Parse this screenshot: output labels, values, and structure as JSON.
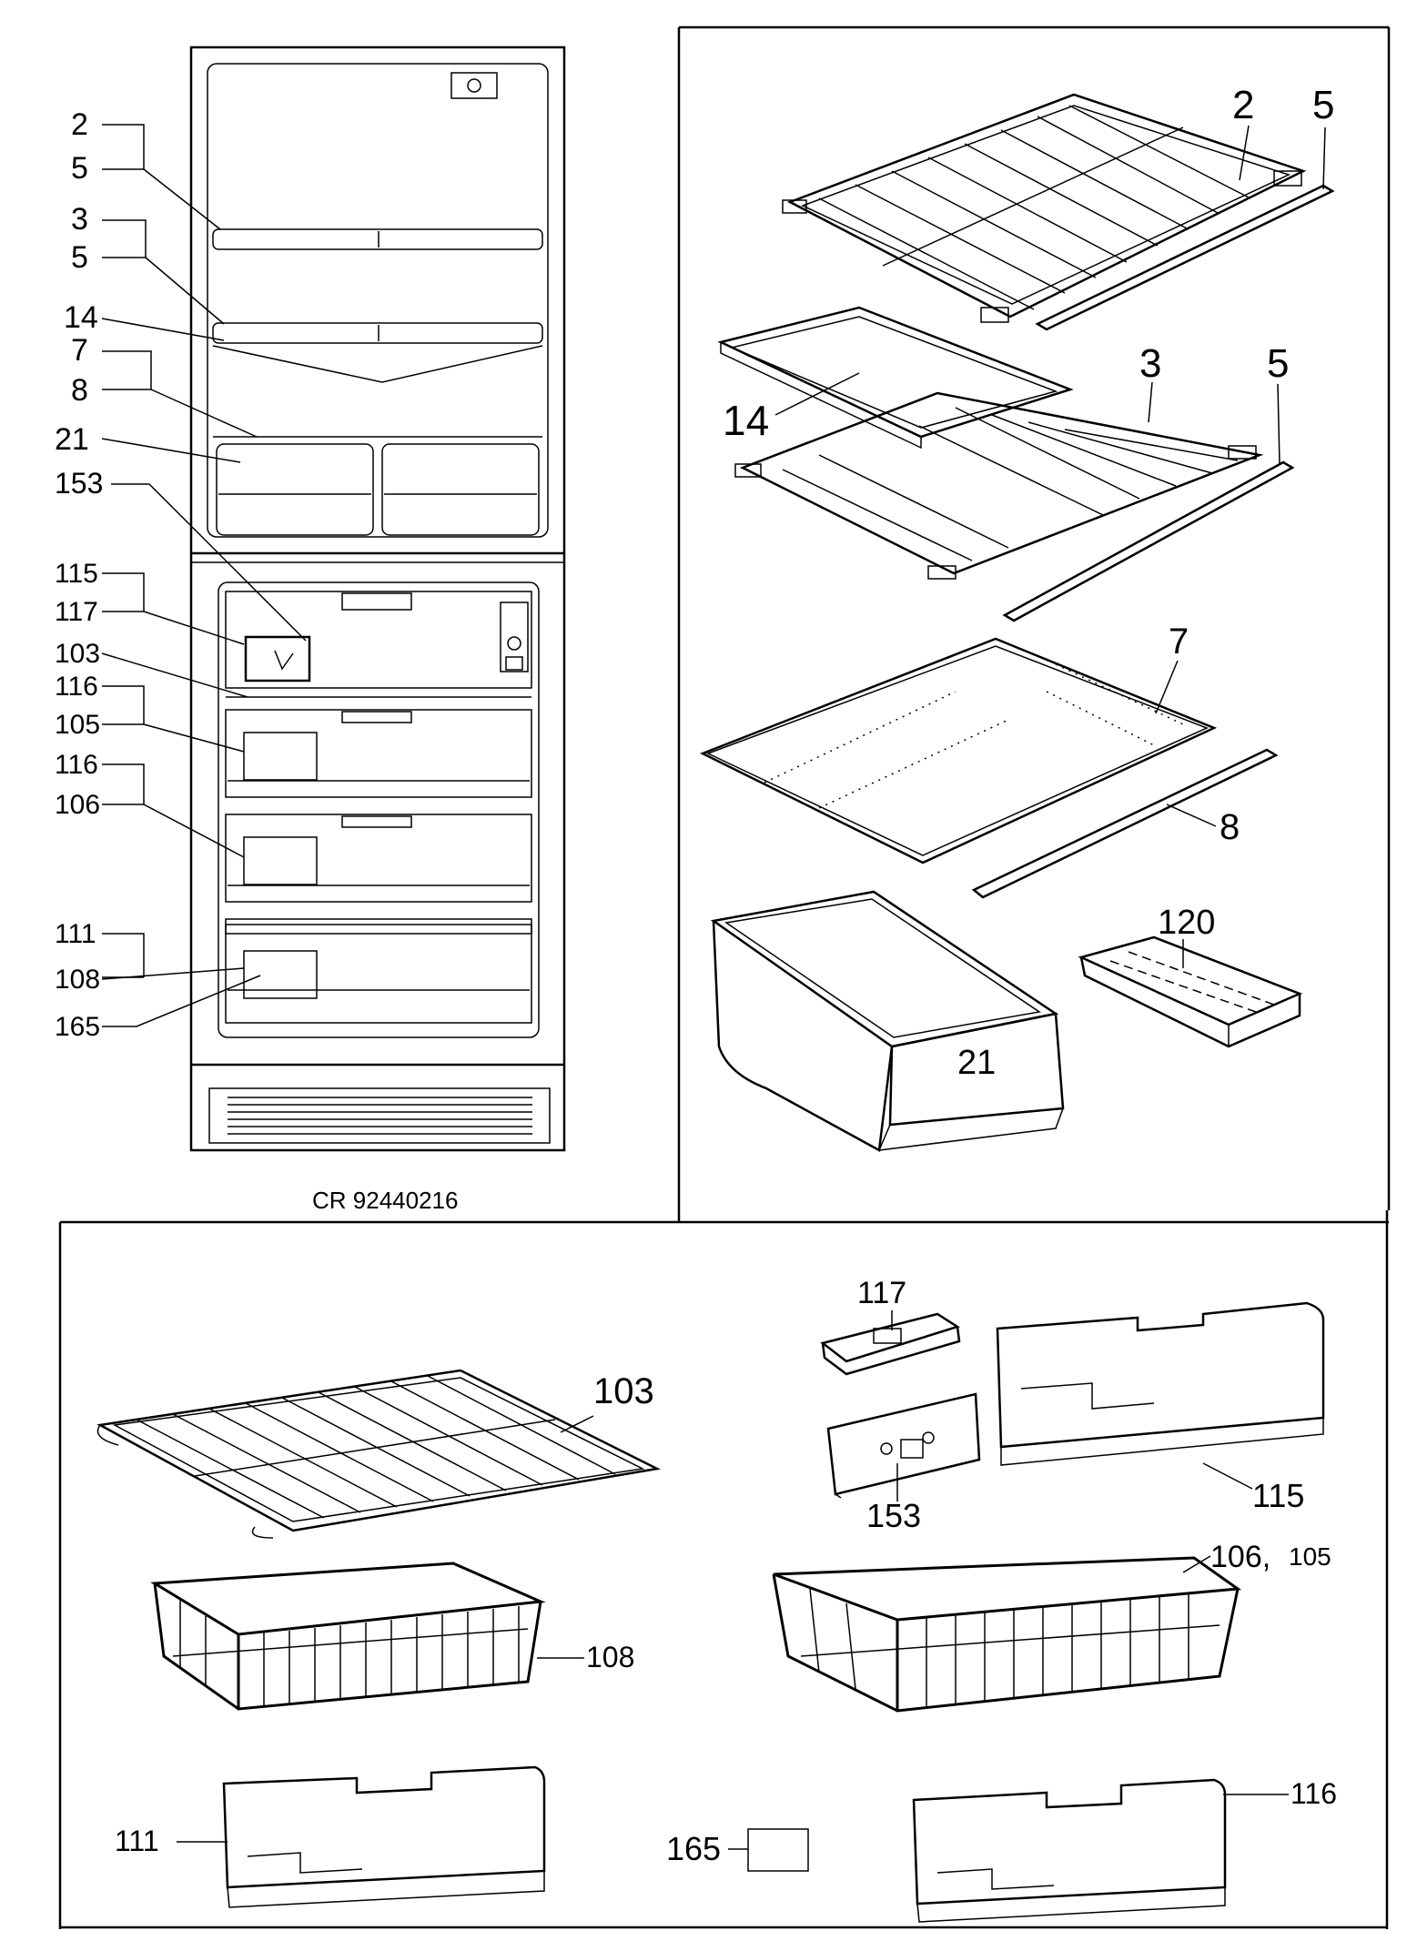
{
  "caption": "CR 92440216",
  "fridge_callouts": {
    "l2": "2",
    "l5a": "5",
    "l3": "3",
    "l5b": "5",
    "l14": "14",
    "l7": "7",
    "l8": "8",
    "l21": "21",
    "l153": "153",
    "l115": "115",
    "l117": "117",
    "l103": "103",
    "l116a": "116",
    "l105": "105",
    "l116b": "116",
    "l106": "106",
    "l111": "111",
    "l108": "108",
    "l165": "165"
  },
  "fridge_parts": {
    "p2": "2",
    "p5a": "5",
    "p3": "3",
    "p5b": "5",
    "p14": "14",
    "p7": "7",
    "p8": "8",
    "p120": "120",
    "p21": "21"
  },
  "freezer_parts": {
    "p103": "103",
    "p117": "117",
    "p153": "153",
    "p115": "115",
    "p106": "106,",
    "p105": "105",
    "p108": "108",
    "p111": "111",
    "p165": "165",
    "p116": "116"
  }
}
